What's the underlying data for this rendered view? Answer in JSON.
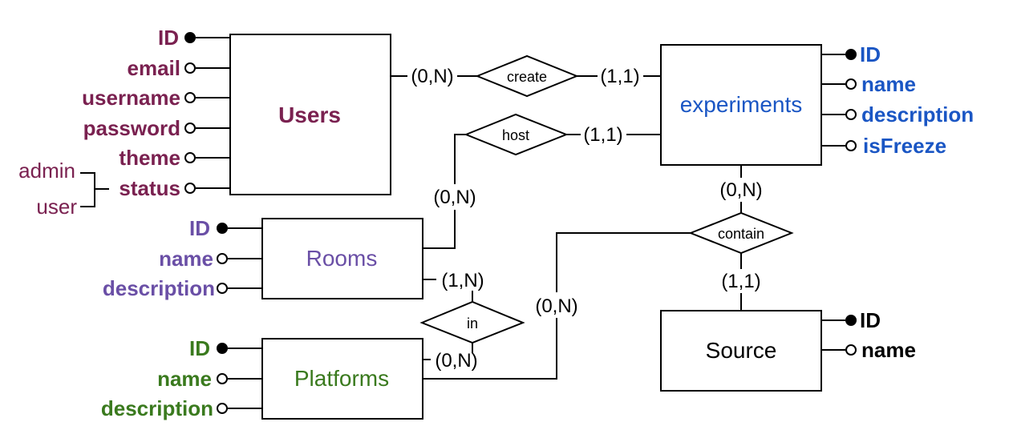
{
  "colors": {
    "users": "#7a2150",
    "rooms": "#6a4fa6",
    "platforms": "#3a7a1e",
    "experiments": "#1a56c4",
    "source": "#000000"
  },
  "entities": {
    "users": {
      "label": "Users",
      "attributes": [
        "ID",
        "email",
        "username",
        "password",
        "theme",
        "status"
      ],
      "status_values": [
        "admin",
        "user"
      ]
    },
    "rooms": {
      "label": "Rooms",
      "attributes": [
        "ID",
        "name",
        "description"
      ]
    },
    "platforms": {
      "label": "Platforms",
      "attributes": [
        "ID",
        "name",
        "description"
      ]
    },
    "experiments": {
      "label": "experiments",
      "attributes": [
        "ID",
        "name",
        "description",
        "isFreeze"
      ]
    },
    "source": {
      "label": "Source",
      "attributes": [
        "ID",
        "name"
      ]
    }
  },
  "relationships": {
    "create": {
      "label": "create",
      "card_left": "(0,N)",
      "card_right": "(1,1)"
    },
    "host": {
      "label": "host",
      "card_rooms": "(0,N)",
      "card_experiments": "(1,1)"
    },
    "contain": {
      "label": "contain",
      "card_experiments": "(0,N)",
      "card_source": "(1,1)",
      "card_platforms": "(0,N)"
    },
    "in": {
      "label": "in",
      "card_rooms": "(1,N)",
      "card_platforms": "(0,N)"
    }
  }
}
